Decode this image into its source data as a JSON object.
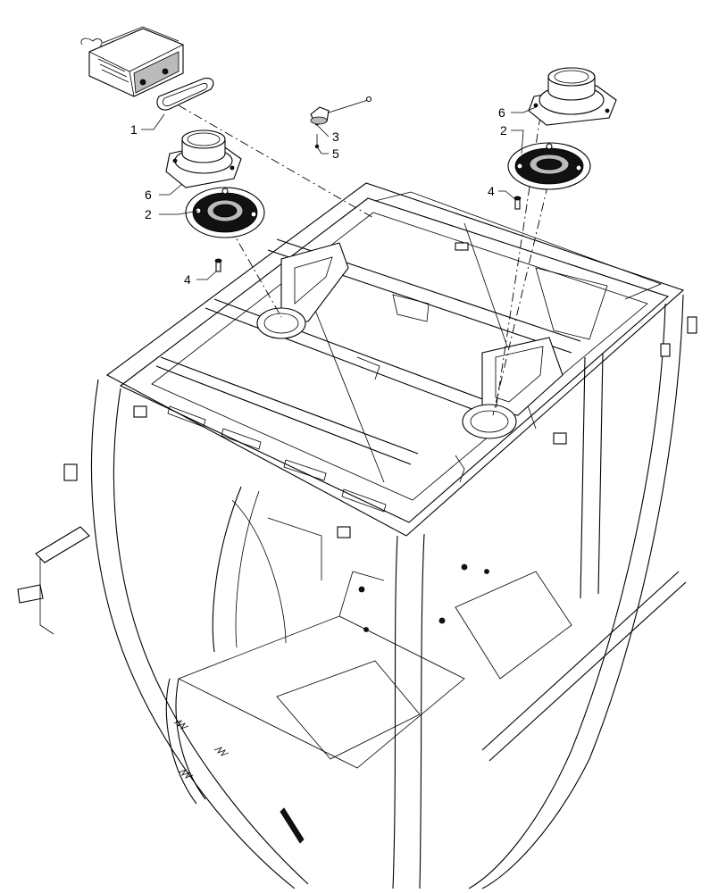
{
  "callouts": [
    {
      "id": "callout-1-radio",
      "label": "1"
    },
    {
      "id": "callout-2-grille-left",
      "label": "2"
    },
    {
      "id": "callout-2-grille-right",
      "label": "2"
    },
    {
      "id": "callout-3-antenna",
      "label": "3"
    },
    {
      "id": "callout-4-screw-left",
      "label": "4"
    },
    {
      "id": "callout-4-screw-right",
      "label": "4"
    },
    {
      "id": "callout-5-antenna-screw",
      "label": "5"
    },
    {
      "id": "callout-6-speaker-left",
      "label": "6"
    },
    {
      "id": "callout-6-speaker-right",
      "label": "6"
    }
  ]
}
